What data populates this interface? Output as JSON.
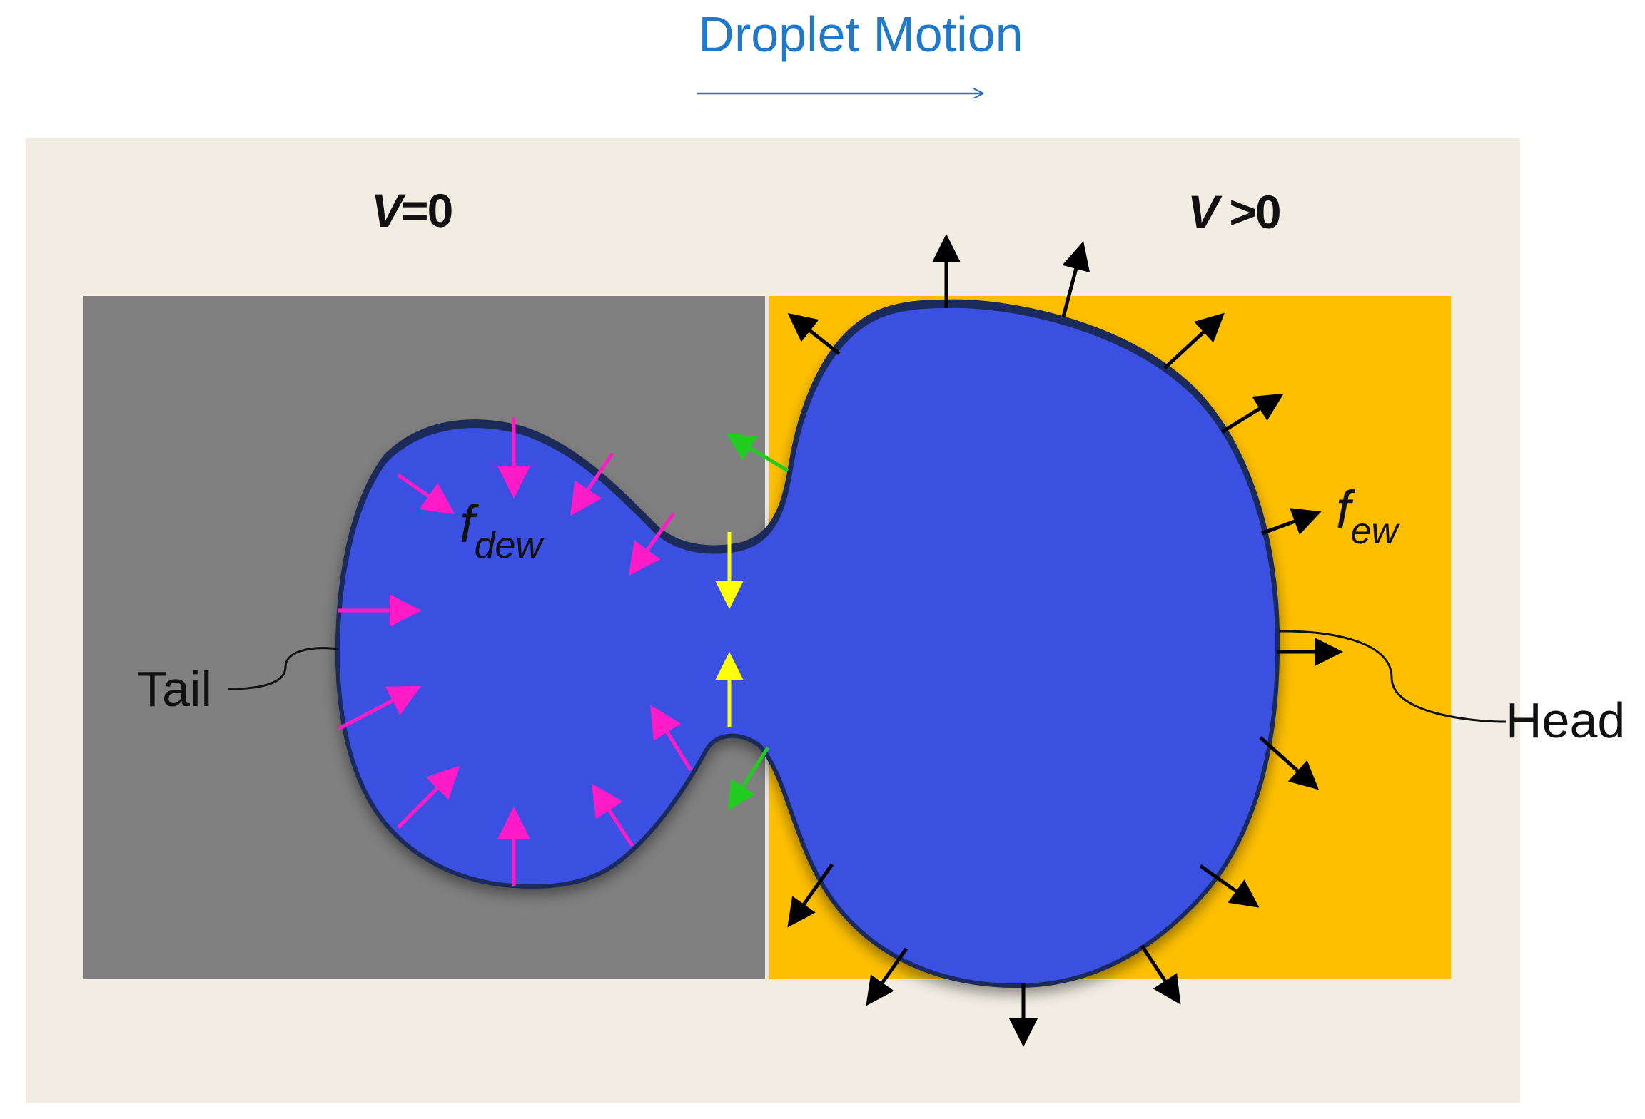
{
  "header": {
    "motion_label": "Droplet Motion"
  },
  "panels": {
    "left_voltage_var": "V",
    "left_voltage_rest": "=0",
    "right_voltage_var": "V",
    "right_voltage_rest": " >0"
  },
  "forces": {
    "dewetting_symbol": "f",
    "dewetting_subscript": "dew",
    "electrowetting_symbol": "f",
    "electrowetting_subscript": "ew"
  },
  "callouts": {
    "tail": "Tail",
    "head": "Head"
  },
  "colors": {
    "background": "#f1ede3",
    "left_electrode": "#808080",
    "right_electrode": "#fdbf00",
    "droplet_tail": "#3b4fe0",
    "droplet_head": "#5060d4",
    "droplet_outline": "#1a2a5a",
    "dew_arrow": "#ff1cc8",
    "ew_arrow": "#000000",
    "neck_arrow": "#ffff00",
    "edge_arrow": "#1fcc1f",
    "motion_color": "#1f78c8"
  }
}
